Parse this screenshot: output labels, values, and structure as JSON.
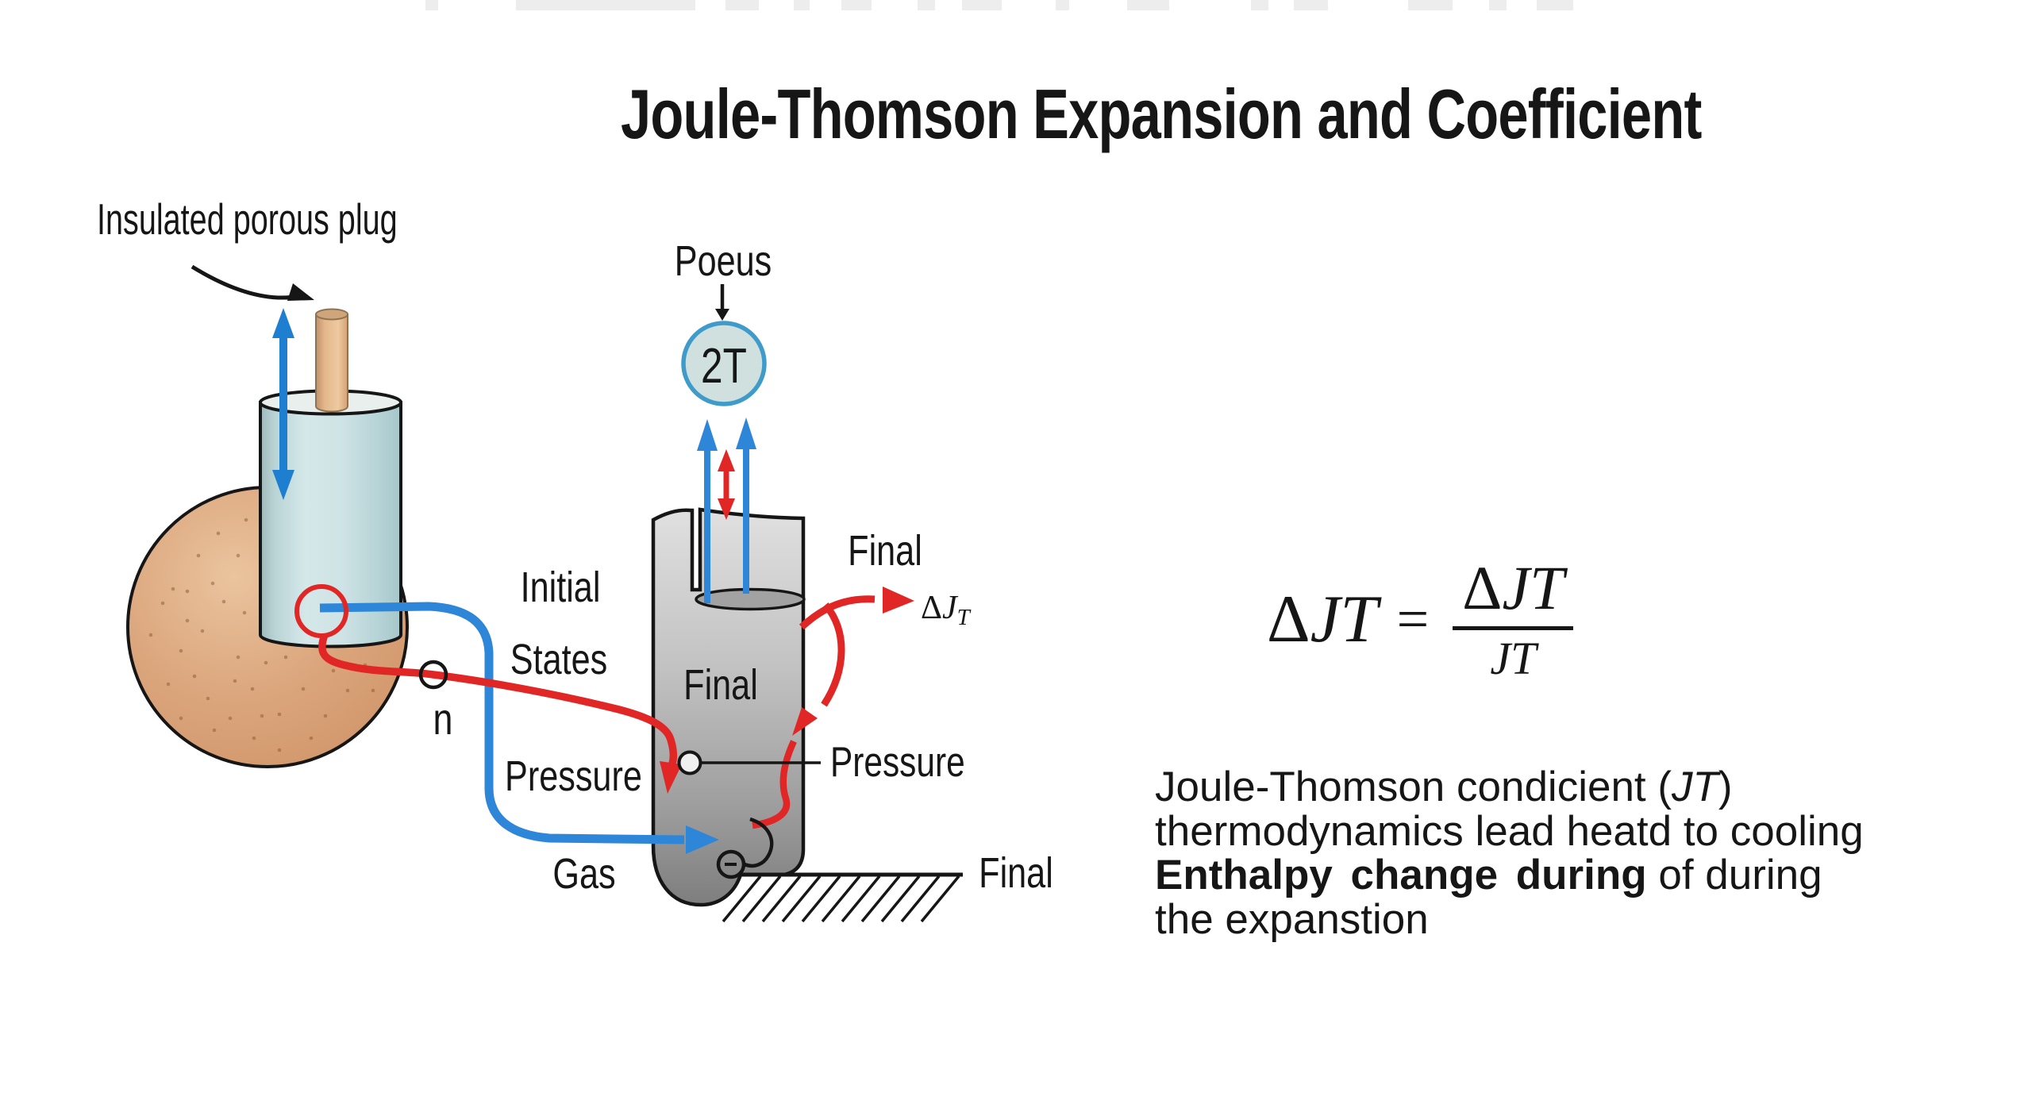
{
  "title": "Joule-Thomson Expansion and Coefficient",
  "apparatus": {
    "insulated_label": "Insulated porous plug",
    "n_label": "n"
  },
  "tube": {
    "poeus_label": "Poeus",
    "temp_circle_label": "2T",
    "initial_label": "Initial",
    "states_label": "States",
    "pressure_left_label": "Pressure",
    "gas_label": "Gas",
    "final_inside_label": "Final",
    "final_top_label": "Final",
    "pressure_right_label": "Pressure",
    "final_ground_label": "Final",
    "delta_j_delta": "Δ",
    "delta_j_j": "J",
    "delta_j_sub": "T"
  },
  "formula": {
    "lhs_delta": "Δ",
    "lhs_jt": "JT",
    "equals": "=",
    "num_delta": "Δ",
    "num_jt": "JT",
    "den_jt": "JT"
  },
  "notes": {
    "line1_pre": "Joule-Thomson condicient (",
    "line1_italic": "JT",
    "line1_post": ")",
    "line2": "thermodynamics lead heatd to cooling",
    "line3_bold": "Enthalpy change during",
    "line3_regular": " of during",
    "line4": "the expanstion"
  },
  "colors": {
    "ink": "#161616",
    "accent_blue": "#2e86d8",
    "arrow_blue": "#1e7fd0",
    "accent_red": "#e12626",
    "sphere_tan": "#dca77e",
    "plug_tan": "#e9c096",
    "cylinder_blue": "#c8e0e2",
    "temp_circle_fill": "#cfe0df",
    "temp_circle_stroke": "#3f9bc9",
    "tube_light": "#e0e0e0",
    "tube_dark": "#7e7e7e"
  }
}
